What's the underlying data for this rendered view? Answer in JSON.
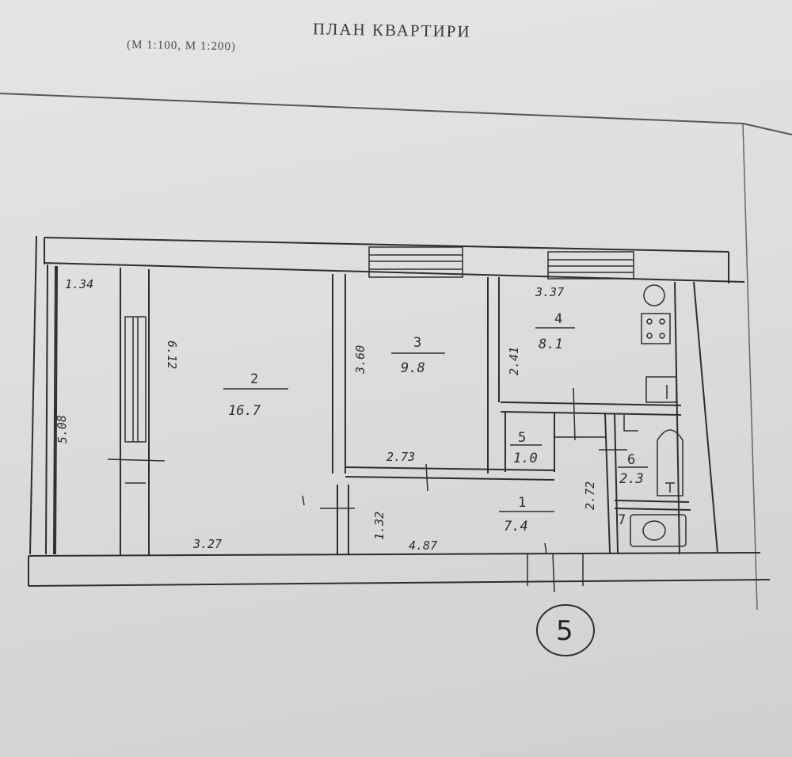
{
  "title": "ПЛАН КВАРТИРИ",
  "scale": "(М 1:100, М 1:200)",
  "rooms": [
    {
      "number": "1",
      "area": "7.4"
    },
    {
      "number": "2",
      "area": "16.7"
    },
    {
      "number": "3",
      "area": "9.8"
    },
    {
      "number": "4",
      "area": "8.1"
    },
    {
      "number": "5",
      "area": "1.0"
    },
    {
      "number": "6",
      "area": "2.3"
    },
    {
      "number": "7",
      "area": ""
    }
  ],
  "dimensions": [
    "1.34",
    "6.12",
    "5.08",
    "3.27",
    "3.60",
    "2.73",
    "1.32",
    "4.87",
    "2.41",
    "3.37",
    "2.72"
  ],
  "plan_number": "5"
}
